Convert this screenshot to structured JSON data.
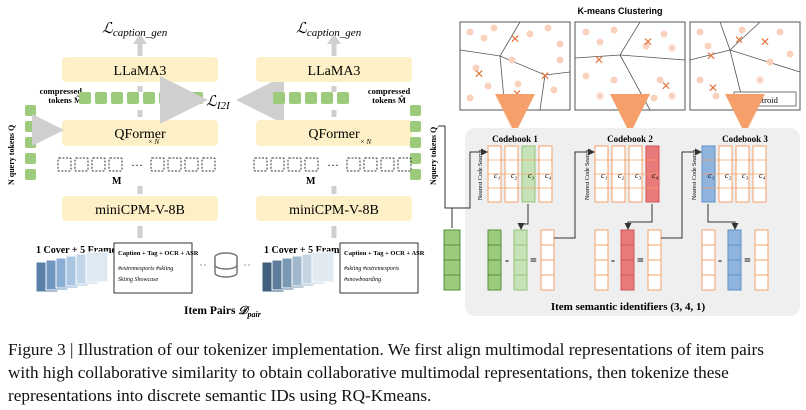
{
  "left_panel": {
    "loss_top": "ℒ",
    "loss_sub": "caption_gen",
    "llama": "LLaMA3",
    "compressed_tokens": "compressed",
    "compressed_tokens_2": "tokens M̃",
    "qformer": "QFormer",
    "n_query": "N",
    "query_label": "query tokens Q",
    "m_label": "M",
    "dots": "···",
    "encoder": "miniCPM-V-8B",
    "frames_title": "1 Cover + 5 Frames",
    "caption_box_title": "Caption + Tag + OCR + ASR",
    "caption_box_line1": "#extremesports #skiing",
    "caption_box_line2": "Skiing Showcase"
  },
  "right_panel": {
    "loss_top": "ℒ",
    "loss_sub": "caption_gen",
    "llama": "LLaMA3",
    "compressed_tokens": "compressed",
    "compressed_tokens_2": "tokens M̃",
    "qformer": "QFormer",
    "encoder": "miniCPM-V-8B",
    "frames_title": "1 Cover + 5 Frames",
    "caption_box_title": "Caption + Tag + OCR + ASR",
    "caption_box_line1": "#skiing #extremesports",
    "caption_box_line2": "#snowboarding"
  },
  "center": {
    "loss_i2i": "ℒ",
    "loss_i2i_sub": "I2I",
    "item_pairs": "Item Pairs",
    "item_pairs_math": "𝒟",
    "item_pairs_sub": "pair"
  },
  "clustering": {
    "title": "K-means Clustering",
    "legend": "centroid",
    "codebooks": [
      "Codebook 1",
      "Codebook 2",
      "Codebook 3"
    ],
    "search_label": "Nearest Code Search",
    "semantic_ids": "Item semantic identifiers (3, 4, 1)",
    "colors": {
      "orange": "#f5a06a",
      "green": "#93c47d",
      "red": "#e97a7a",
      "blue": "#8fb4dd",
      "yellow": "#fdf0c6",
      "green_token": "#9ccb7c"
    }
  },
  "caption": "Figure 3 | Illustration of our tokenizer implementation. We first align multimodal representations of item pairs with high collaborative similarity to obtain collaborative multimodal representations, then tokenize these representations into discrete semantic IDs using RQ-Kmeans."
}
